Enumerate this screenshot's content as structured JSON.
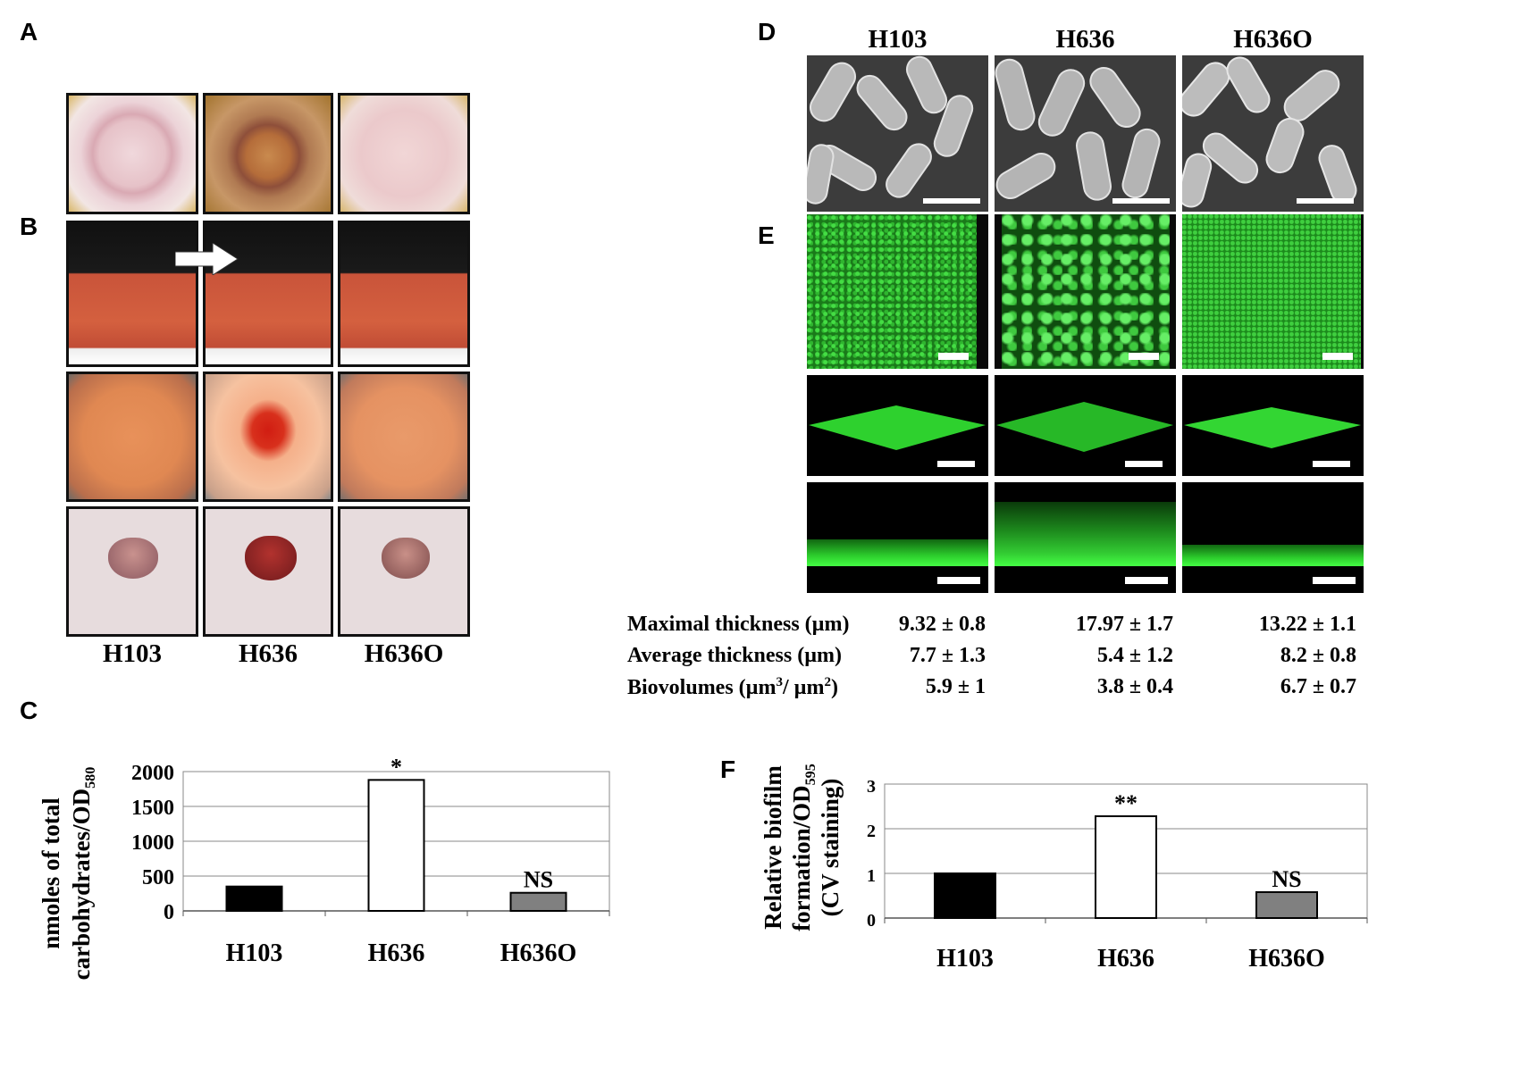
{
  "panels": {
    "A": "A",
    "B": "B",
    "C": "C",
    "D": "D",
    "E": "E",
    "F": "F"
  },
  "strains": [
    "H103",
    "H636",
    "H636O"
  ],
  "stats": {
    "rows": [
      {
        "label_main": "Maximal thickness (µm)",
        "label_sup": "",
        "label_tail": "",
        "values": [
          "9.32 ± 0.8",
          "17.97 ± 1.7",
          "13.22 ± 1.1"
        ]
      },
      {
        "label_main": "Average thickness (µm)",
        "label_sup": "",
        "label_tail": "",
        "values": [
          "7.7 ± 1.3",
          "5.4 ± 1.2",
          "8.2 ± 0.8"
        ]
      },
      {
        "label_main": "Biovolumes (µm",
        "label_sup": "3",
        "label_tail": "/ µm",
        "label_sup2": "2",
        "label_end": ")",
        "values": [
          "5.9 ± 1",
          "3.8 ± 0.4",
          "6.7 ± 0.7"
        ]
      }
    ]
  },
  "chart_data": [
    {
      "panel": "C",
      "type": "bar",
      "categories": [
        "H103",
        "H636",
        "H636O"
      ],
      "values": [
        350,
        1880,
        260
      ],
      "ylim": [
        0,
        2000
      ],
      "yticks": [
        "0",
        "500",
        "1000",
        "1500",
        "2000"
      ],
      "ylabel_line1": "nmoles of total",
      "ylabel_line2": "carbohydrates/OD",
      "ylabel_sub": "580",
      "bar_colors": [
        "#000000",
        "#ffffff",
        "#808080"
      ],
      "annotations": [
        "",
        "*",
        "NS"
      ],
      "grid": true
    },
    {
      "panel": "F",
      "type": "bar",
      "categories": [
        "H103",
        "H636",
        "H636O"
      ],
      "values": [
        1.0,
        2.28,
        0.58
      ],
      "ylim": [
        0,
        3
      ],
      "yticks": [
        "0",
        "1",
        "2",
        "3"
      ],
      "ylabel_line1": "Relative biofilm",
      "ylabel_line2": "formation/OD",
      "ylabel_sub": "595",
      "ylabel_line3": "(CV staining)",
      "bar_colors": [
        "#000000",
        "#ffffff",
        "#808080"
      ],
      "annotations": [
        "",
        "**",
        "NS"
      ],
      "grid": true
    }
  ],
  "colors": {
    "sem_bg": "#4a4a4a",
    "confocal_green": "#22cc22",
    "culture_red": "#d2553a"
  }
}
